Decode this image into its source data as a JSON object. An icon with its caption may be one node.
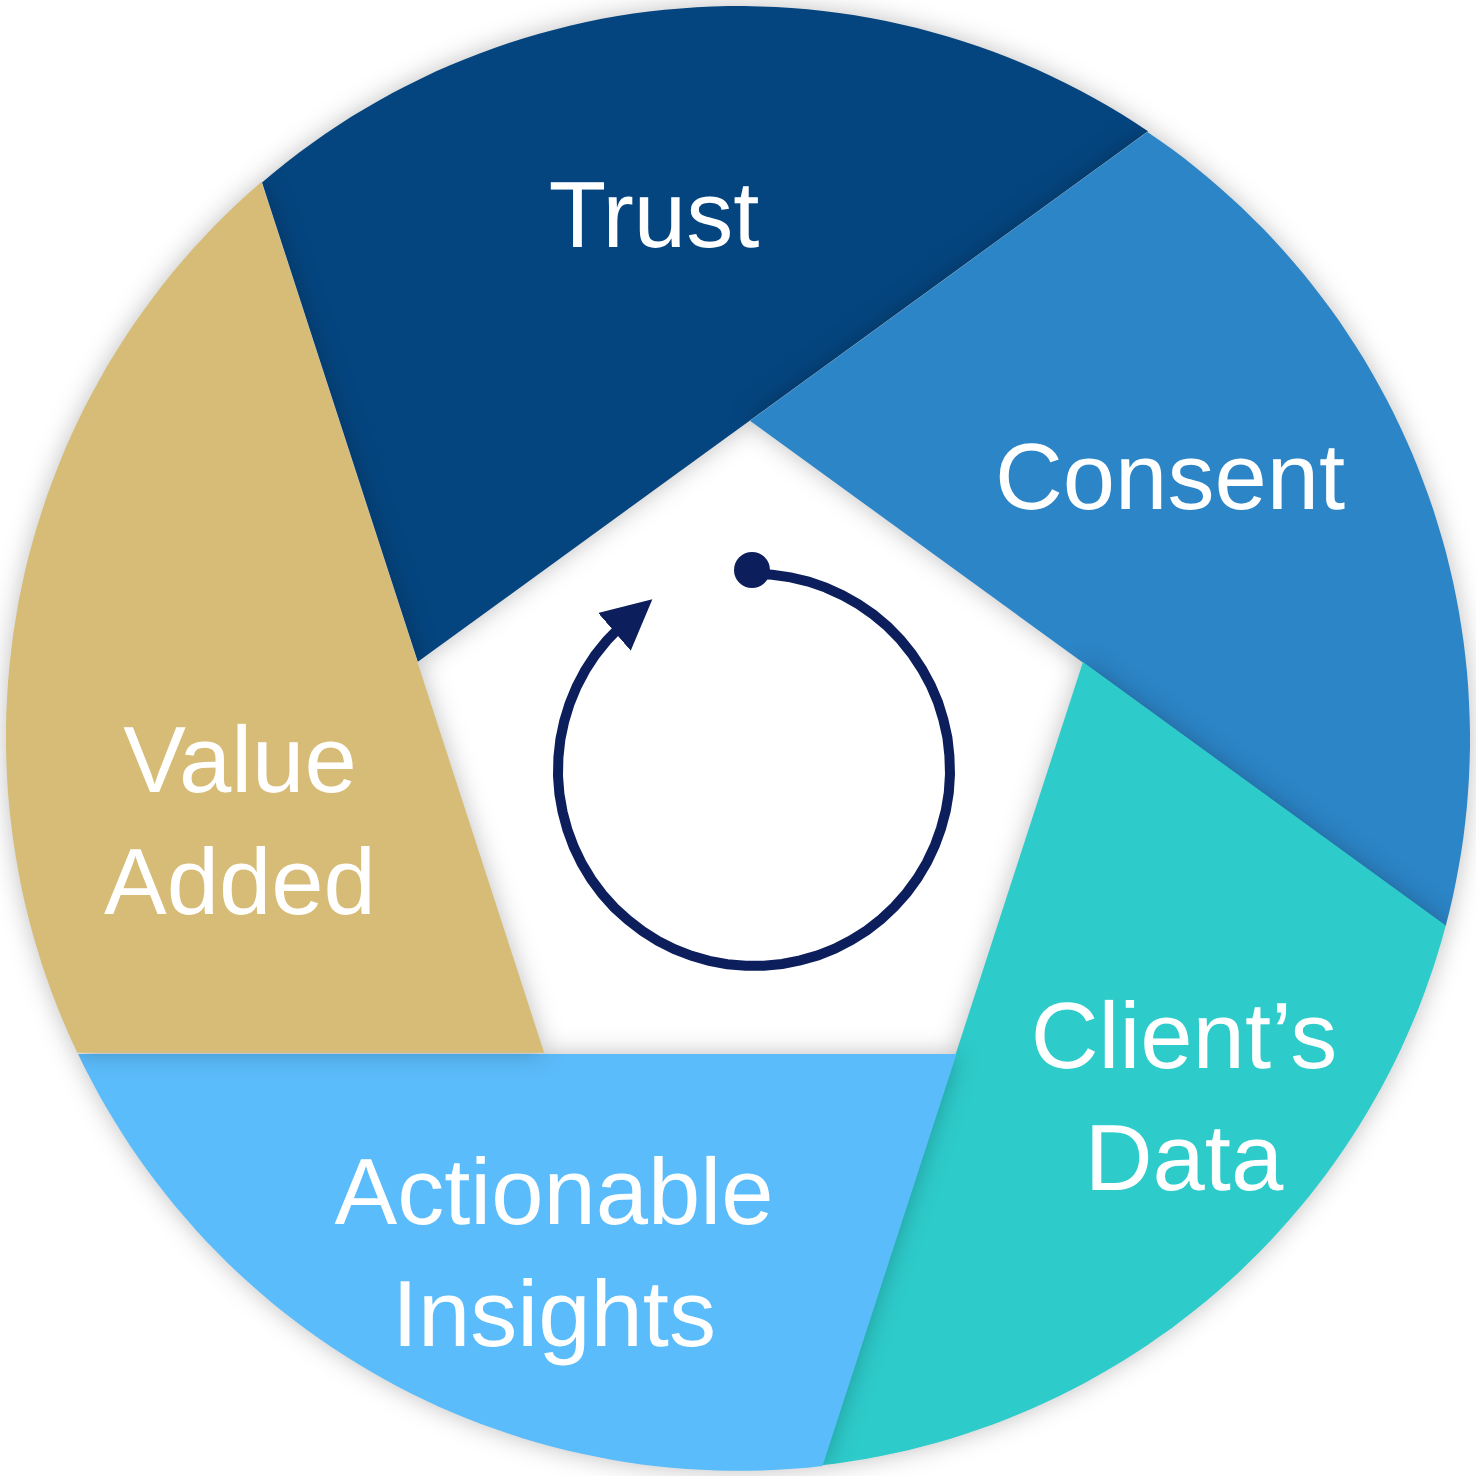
{
  "diagram": {
    "nodes": [
      {
        "text": [
          "Trust"
        ]
      },
      {
        "text": [
          "Consent"
        ]
      },
      {
        "text": [
          "Client’s Data"
        ]
      },
      {
        "text": [
          "Actionable Insights"
        ]
      },
      {
        "text": [
          "Value Added"
        ]
      }
    ]
  }
}
